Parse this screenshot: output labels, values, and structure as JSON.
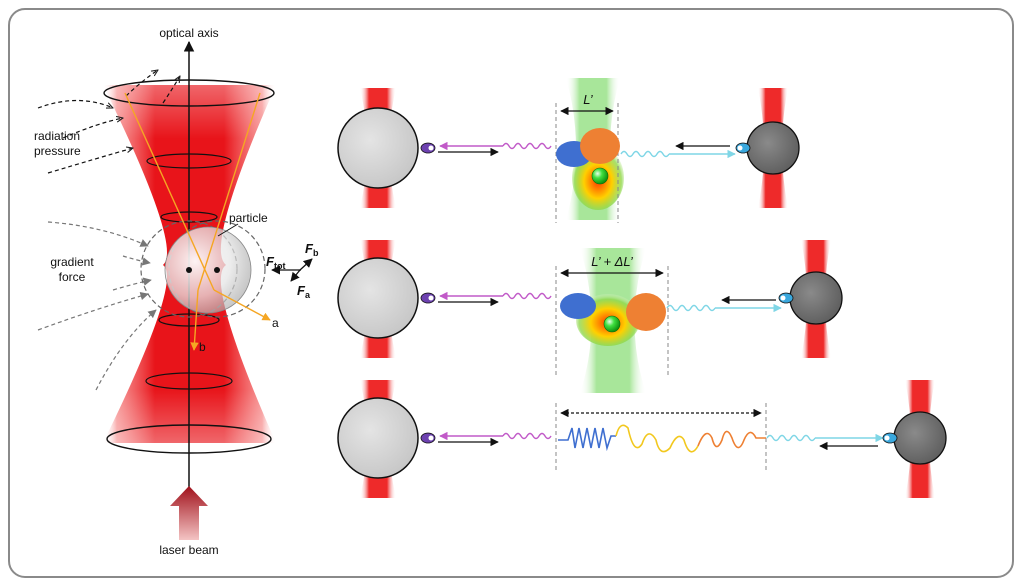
{
  "left_panel": {
    "optical_axis_label": "optical axis",
    "radiation_pressure_label_line1": "radiation",
    "radiation_pressure_label_line2": "pressure",
    "gradient_force_label_line1": "gradient",
    "gradient_force_label_line2": "force",
    "particle_label": "particle",
    "ray_a_label": "a",
    "ray_b_label": "b",
    "force_total_main": "F",
    "force_total_sub": "tot",
    "force_a_main": "F",
    "force_a_sub": "a",
    "force_b_main": "F",
    "force_b_sub": "b",
    "laser_beam_label": "laser beam"
  },
  "right_panel": {
    "row1_length_label": "L’",
    "row2_length_label": "L’ + ΔL’",
    "row3_length_label": ""
  },
  "colors": {
    "beam_red": "#e8141a",
    "sphere_light": "#d3d3d3",
    "sphere_dark": "#6e6e6e",
    "wave_left": "#c15ac8",
    "wave_right": "#7fd6e6",
    "blob_blue": "#3f6fd0",
    "blob_orange": "#ee8033",
    "ball_green": "#20d020",
    "ray_orange": "#f5a623",
    "zone_green": "#9be08a"
  }
}
